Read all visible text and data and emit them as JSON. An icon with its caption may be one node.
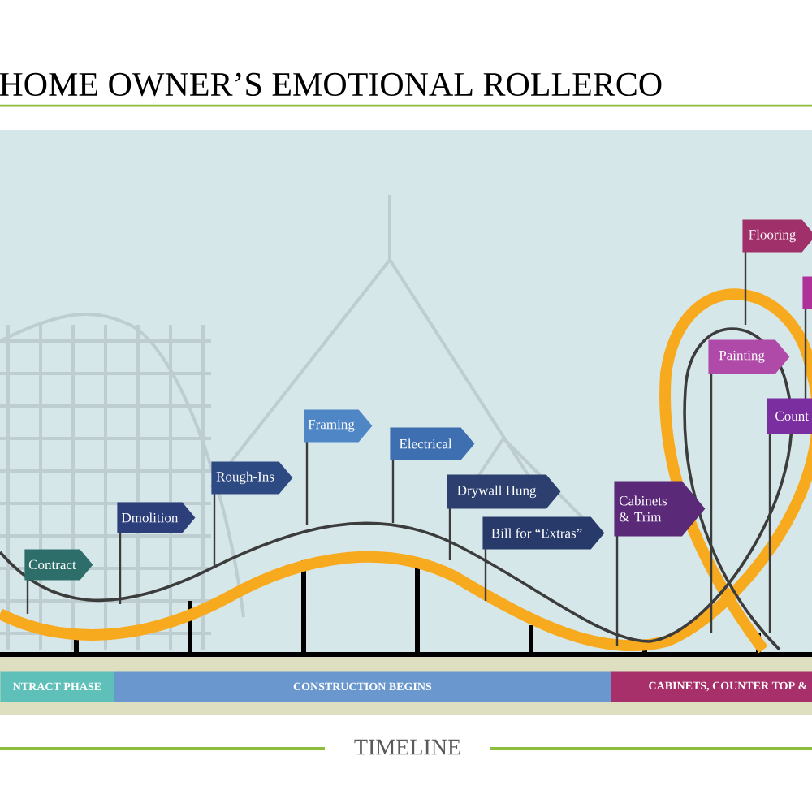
{
  "diagram": {
    "title": "HOME OWNER’S EMOTIONAL ROLLERCO",
    "nodes": [
      {
        "text": [
          "Contract"
        ]
      },
      {
        "text": [
          "Dmolition"
        ]
      },
      {
        "text": [
          "Rough-Ins"
        ]
      },
      {
        "text": [
          "Framing"
        ]
      },
      {
        "text": [
          "Electrical"
        ]
      },
      {
        "text": [
          "Drywall Hung"
        ]
      },
      {
        "text": [
          "Bill for “Extras”"
        ]
      },
      {
        "text": [
          "Cabinets & Trim"
        ]
      },
      {
        "text": [
          "Flooring"
        ]
      },
      {
        "text": [],
        "shape": "box"
      },
      {
        "text": [
          "Painting"
        ]
      },
      {
        "text": [
          "Count"
        ]
      },
      {
        "text": [
          "NTRACT PHASE"
        ]
      },
      {
        "text": [
          "CONSTRUCTION BEGINS"
        ]
      },
      {
        "text": [
          "CABINETS, COUNTER TOP &"
        ]
      }
    ],
    "labels": [
      "TIMELINE"
    ]
  }
}
